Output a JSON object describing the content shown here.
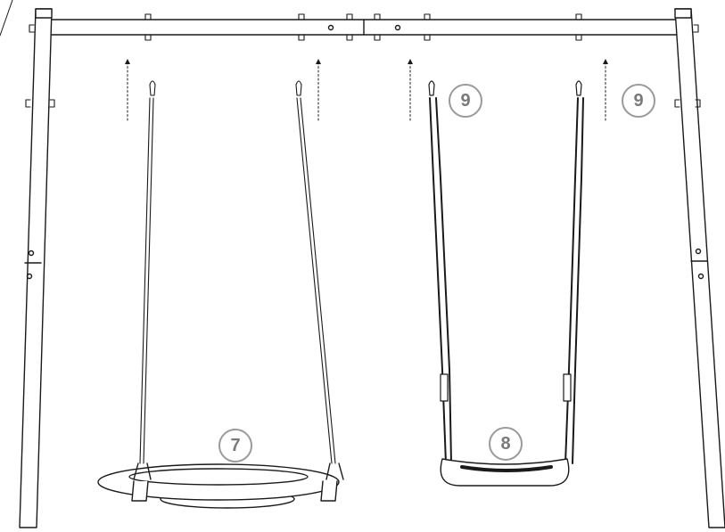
{
  "diagram": {
    "callouts": {
      "nest_swing": "7",
      "seat_swing": "8",
      "hook_left": "9",
      "hook_right": "9"
    },
    "colors": {
      "line": "#1a1a1a",
      "callout_border": "#9a9a9a",
      "callout_text": "#7a7a7a"
    }
  }
}
